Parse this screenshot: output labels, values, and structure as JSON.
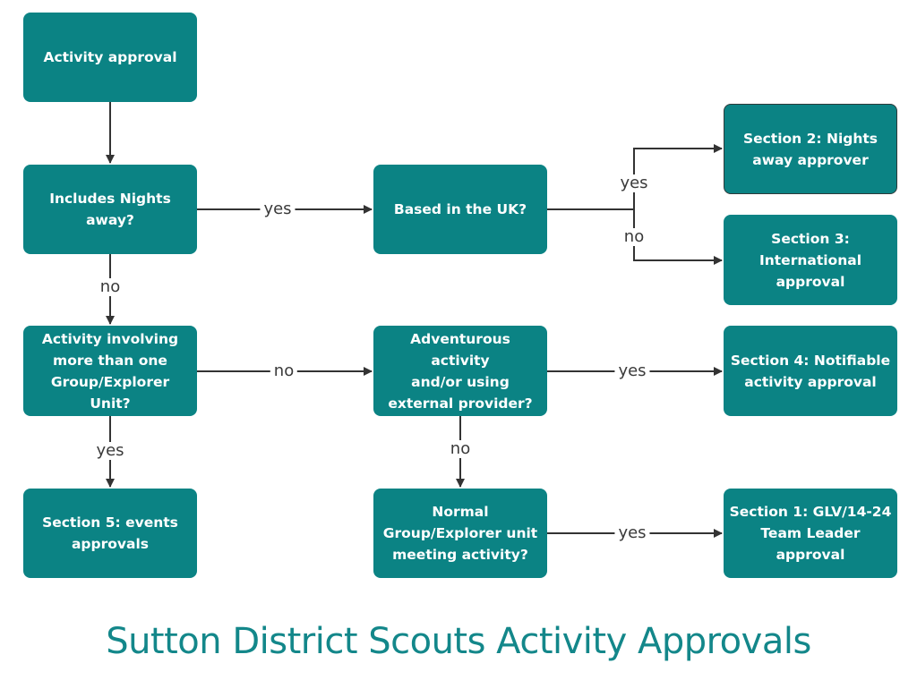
{
  "title": "Sutton District Scouts Activity Approvals",
  "colors": {
    "box_fill": "#0b8384",
    "box_text": "#ffffff",
    "connector": "#333333",
    "title": "#13878a"
  },
  "nodes": {
    "activity_approval": "Activity approval",
    "includes_nights_away": "Includes Nights\naway?",
    "based_in_uk": "Based in the UK?",
    "section2": "Section 2: Nights\naway approver",
    "section3": "Section 3:\nInternational\napproval",
    "multi_group": "Activity involving\nmore than one\nGroup/Explorer Unit?",
    "adventurous": "Adventurous activity\nand/or using\nexternal provider?",
    "section4": "Section 4: Notifiable\nactivity approval",
    "section5": "Section 5: events\napprovals",
    "normal_meeting": "Normal\nGroup/Explorer unit\nmeeting activity?",
    "section1": "Section 1: GLV/14-24\nTeam Leader\napproval"
  },
  "edge_labels": {
    "nights_yes": "yes",
    "nights_no": "no",
    "uk_yes": "yes",
    "uk_no": "no",
    "multi_no": "no",
    "multi_yes": "yes",
    "adventurous_yes": "yes",
    "adventurous_no": "no",
    "normal_yes": "yes"
  }
}
